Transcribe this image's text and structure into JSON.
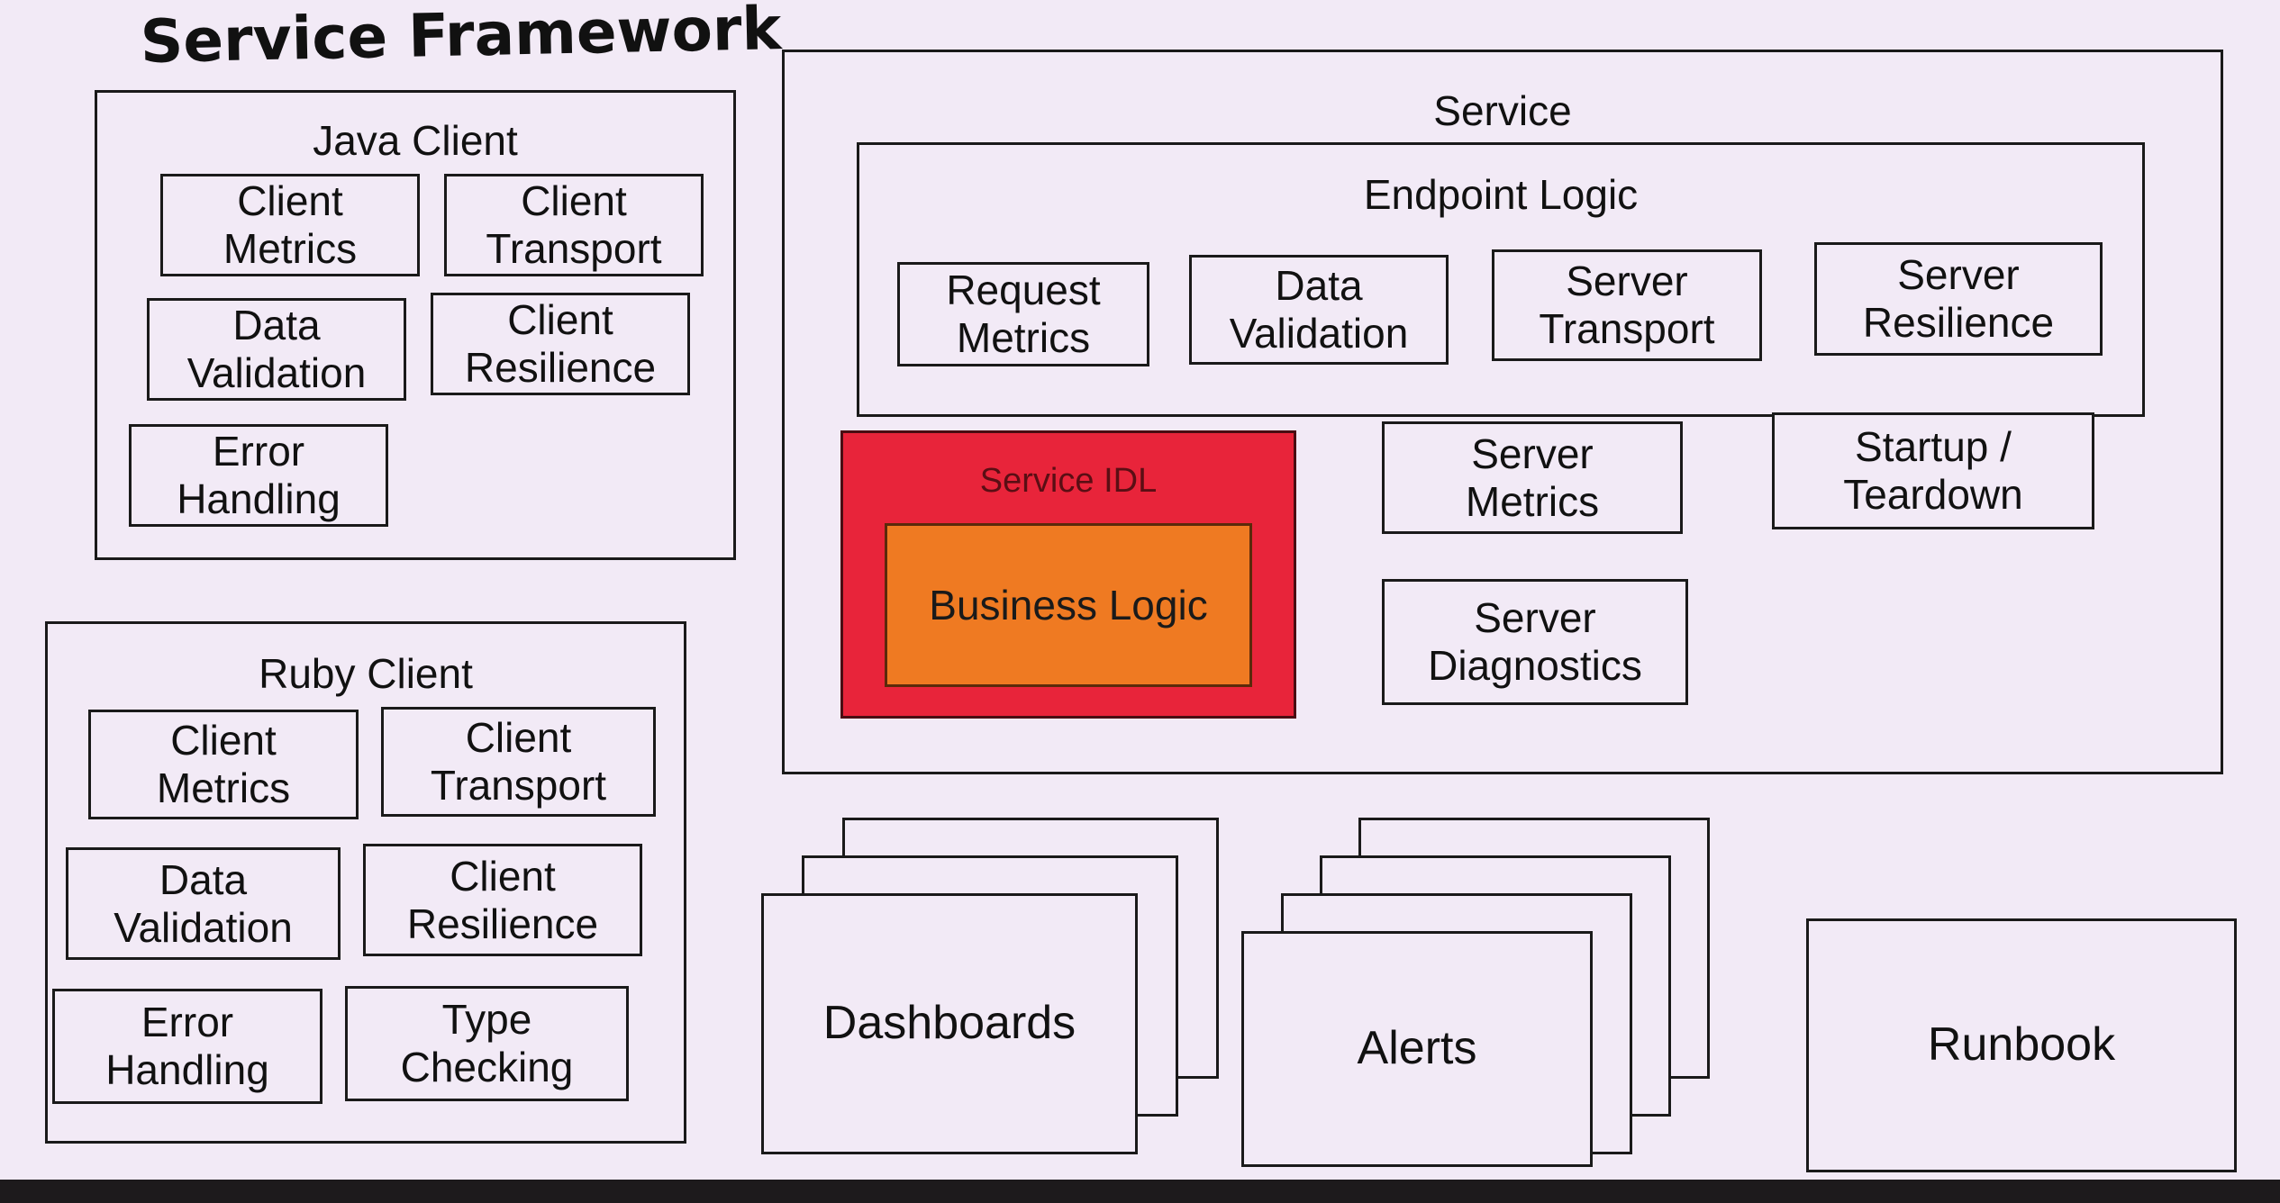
{
  "title": "Service Framework",
  "java_client": {
    "label": "Java Client",
    "items": [
      "Client\nMetrics",
      "Client\nTransport",
      "Data\nValidation",
      "Client\nResilience",
      "Error\nHandling"
    ]
  },
  "ruby_client": {
    "label": "Ruby Client",
    "items": [
      "Client\nMetrics",
      "Client\nTransport",
      "Data\nValidation",
      "Client\nResilience",
      "Error\nHandling",
      "Type\nChecking"
    ]
  },
  "service": {
    "label": "Service",
    "endpoint_logic": {
      "label": "Endpoint Logic",
      "items": [
        "Request\nMetrics",
        "Data\nValidation",
        "Server\nTransport",
        "Server\nResilience"
      ]
    },
    "service_idl": {
      "label": "Service IDL",
      "business_logic": "Business Logic",
      "fill_color": "#e8243a",
      "inner_color": "#ef7a22"
    },
    "server_metrics": "Server\nMetrics",
    "startup_teardown": "Startup /\nTeardown",
    "server_diagnostics": "Server\nDiagnostics"
  },
  "dashboards": "Dashboards",
  "alerts": "Alerts",
  "runbook": "Runbook"
}
